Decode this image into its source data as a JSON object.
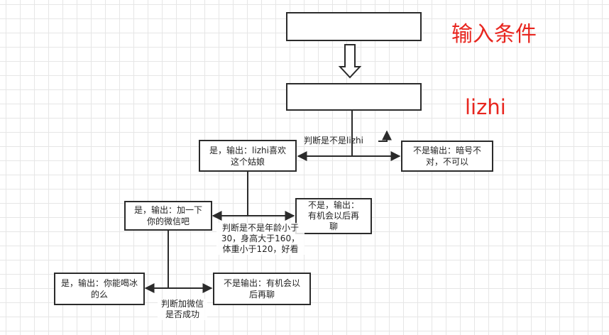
{
  "canvas": {
    "title_boxes": {
      "input_box": "",
      "name_box": ""
    },
    "annotations": {
      "input_condition": "输入条件",
      "name": "lizhi"
    }
  },
  "nodes": {
    "yes_like_girl": "是，输出：lizhi喜欢\n这个姑娘",
    "no_code_wrong": "不是输出：暗号不\n对，不可以",
    "yes_add_wechat": "是，输出：加一下\n你的微信吧",
    "no_chat_later": "不是，输出：\n有机会以后再\n聊",
    "yes_drink_ice": "是，输出：你能喝冰\n的么",
    "no_chat_later_2": "不是输出：有机会以\n后再聊"
  },
  "edge_labels": {
    "is_lizhi": "判断是不是lizhi",
    "age_height_weight": "判断是不是年龄小于\n30，身高大于160，\n体重小于120，好看",
    "wechat_success": "判断加微信\n是否成功"
  },
  "colors": {
    "accent_red": "#e8261f",
    "stroke": "#2b2b2b"
  }
}
